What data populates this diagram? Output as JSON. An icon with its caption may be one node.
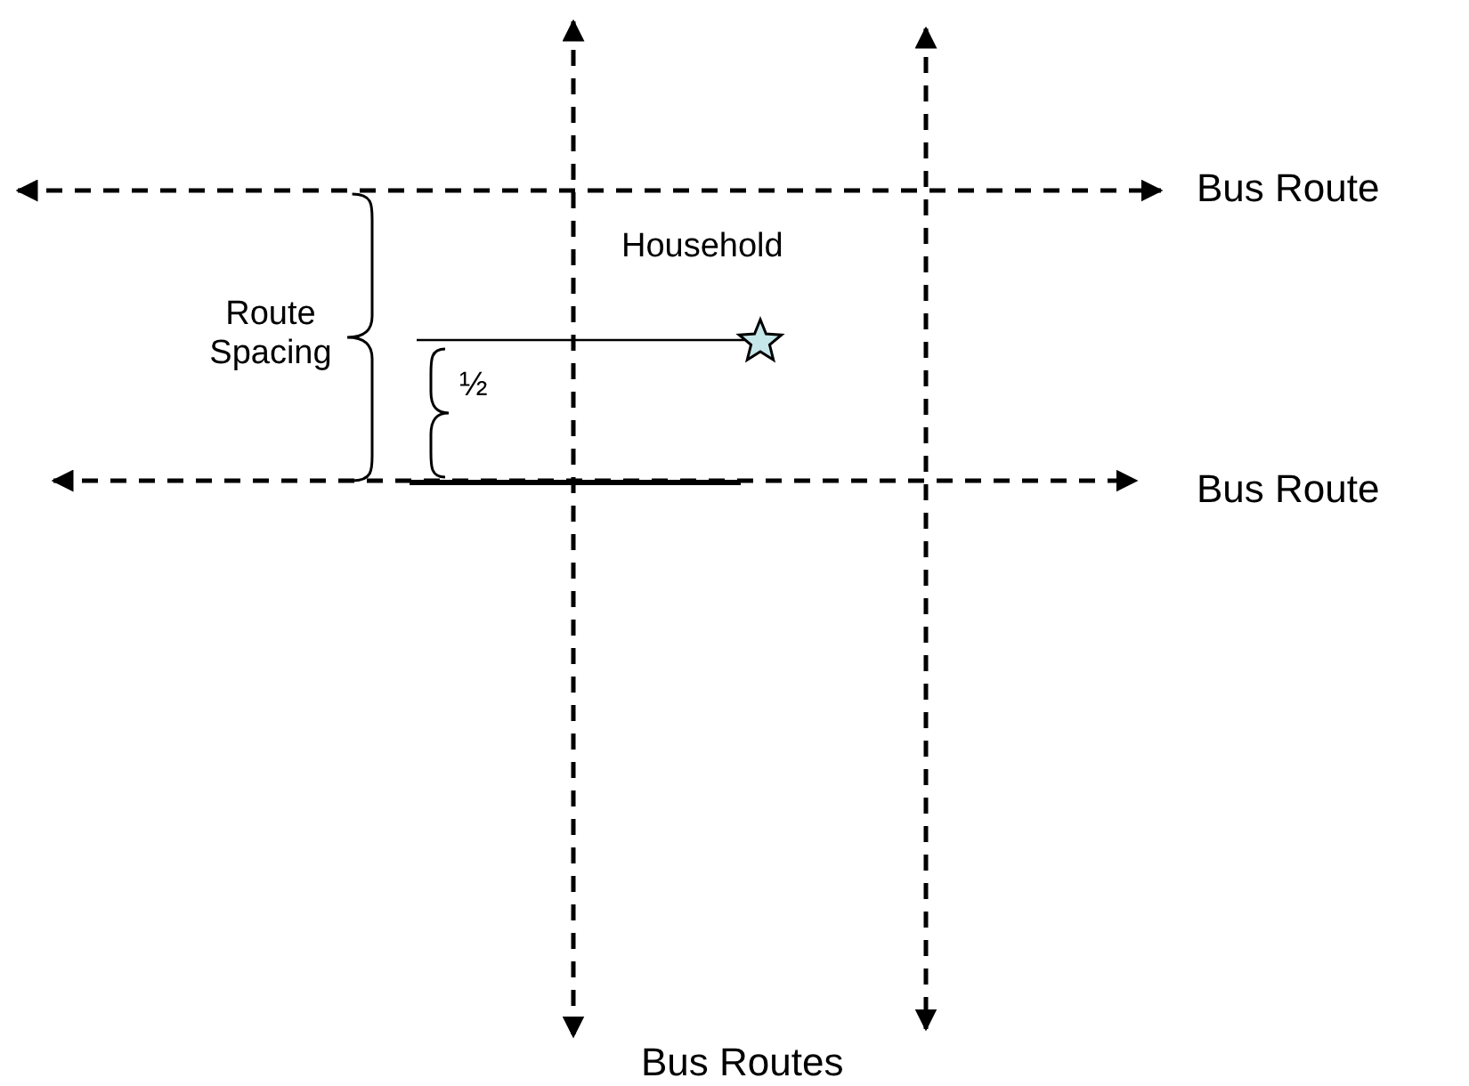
{
  "diagram": {
    "nodes": [
      {
        "text": [],
        "shape": "star",
        "beside": [
          "Household"
        ]
      }
    ],
    "labels": [
      "Bus Route",
      "Route Spacing",
      "½",
      "Bus Route",
      "Bus Routes"
    ]
  }
}
